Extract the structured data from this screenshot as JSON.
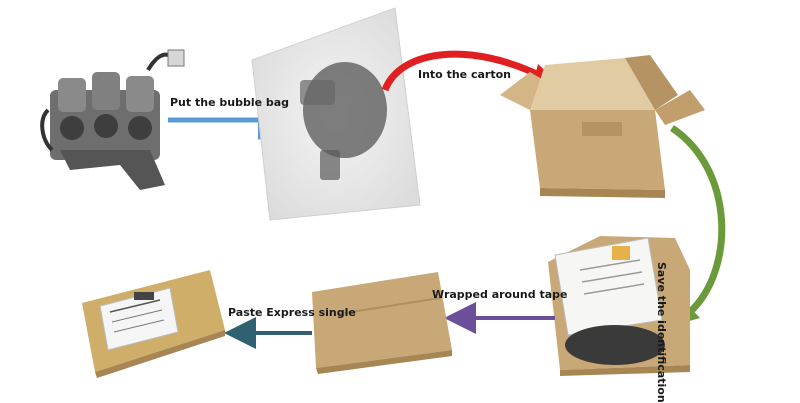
{
  "steps": [
    {
      "id": "bubble",
      "label": "Put the bubble bag",
      "image": "ignition-coil-icon"
    },
    {
      "id": "carton",
      "label": "Into the carton",
      "image": "bubble-wrapped-part-icon"
    },
    {
      "id": "identification",
      "label": "Save the identification",
      "image": "open-carton-icon"
    },
    {
      "id": "tape",
      "label": "Wrapped around tape",
      "image": "carton-with-part-and-label-icon"
    },
    {
      "id": "express",
      "label": "Paste Express single",
      "image": "taped-box-icon"
    }
  ],
  "final_image": "shipping-box-with-label-icon",
  "colors": {
    "arrow_blue": "#5b9bd5",
    "arrow_red": "#e02020",
    "arrow_green": "#6b9a3a",
    "arrow_purple": "#6b4f9a",
    "arrow_teal": "#2f6170",
    "cardboard": "#c9a877",
    "cardboard_dark": "#a88654"
  }
}
